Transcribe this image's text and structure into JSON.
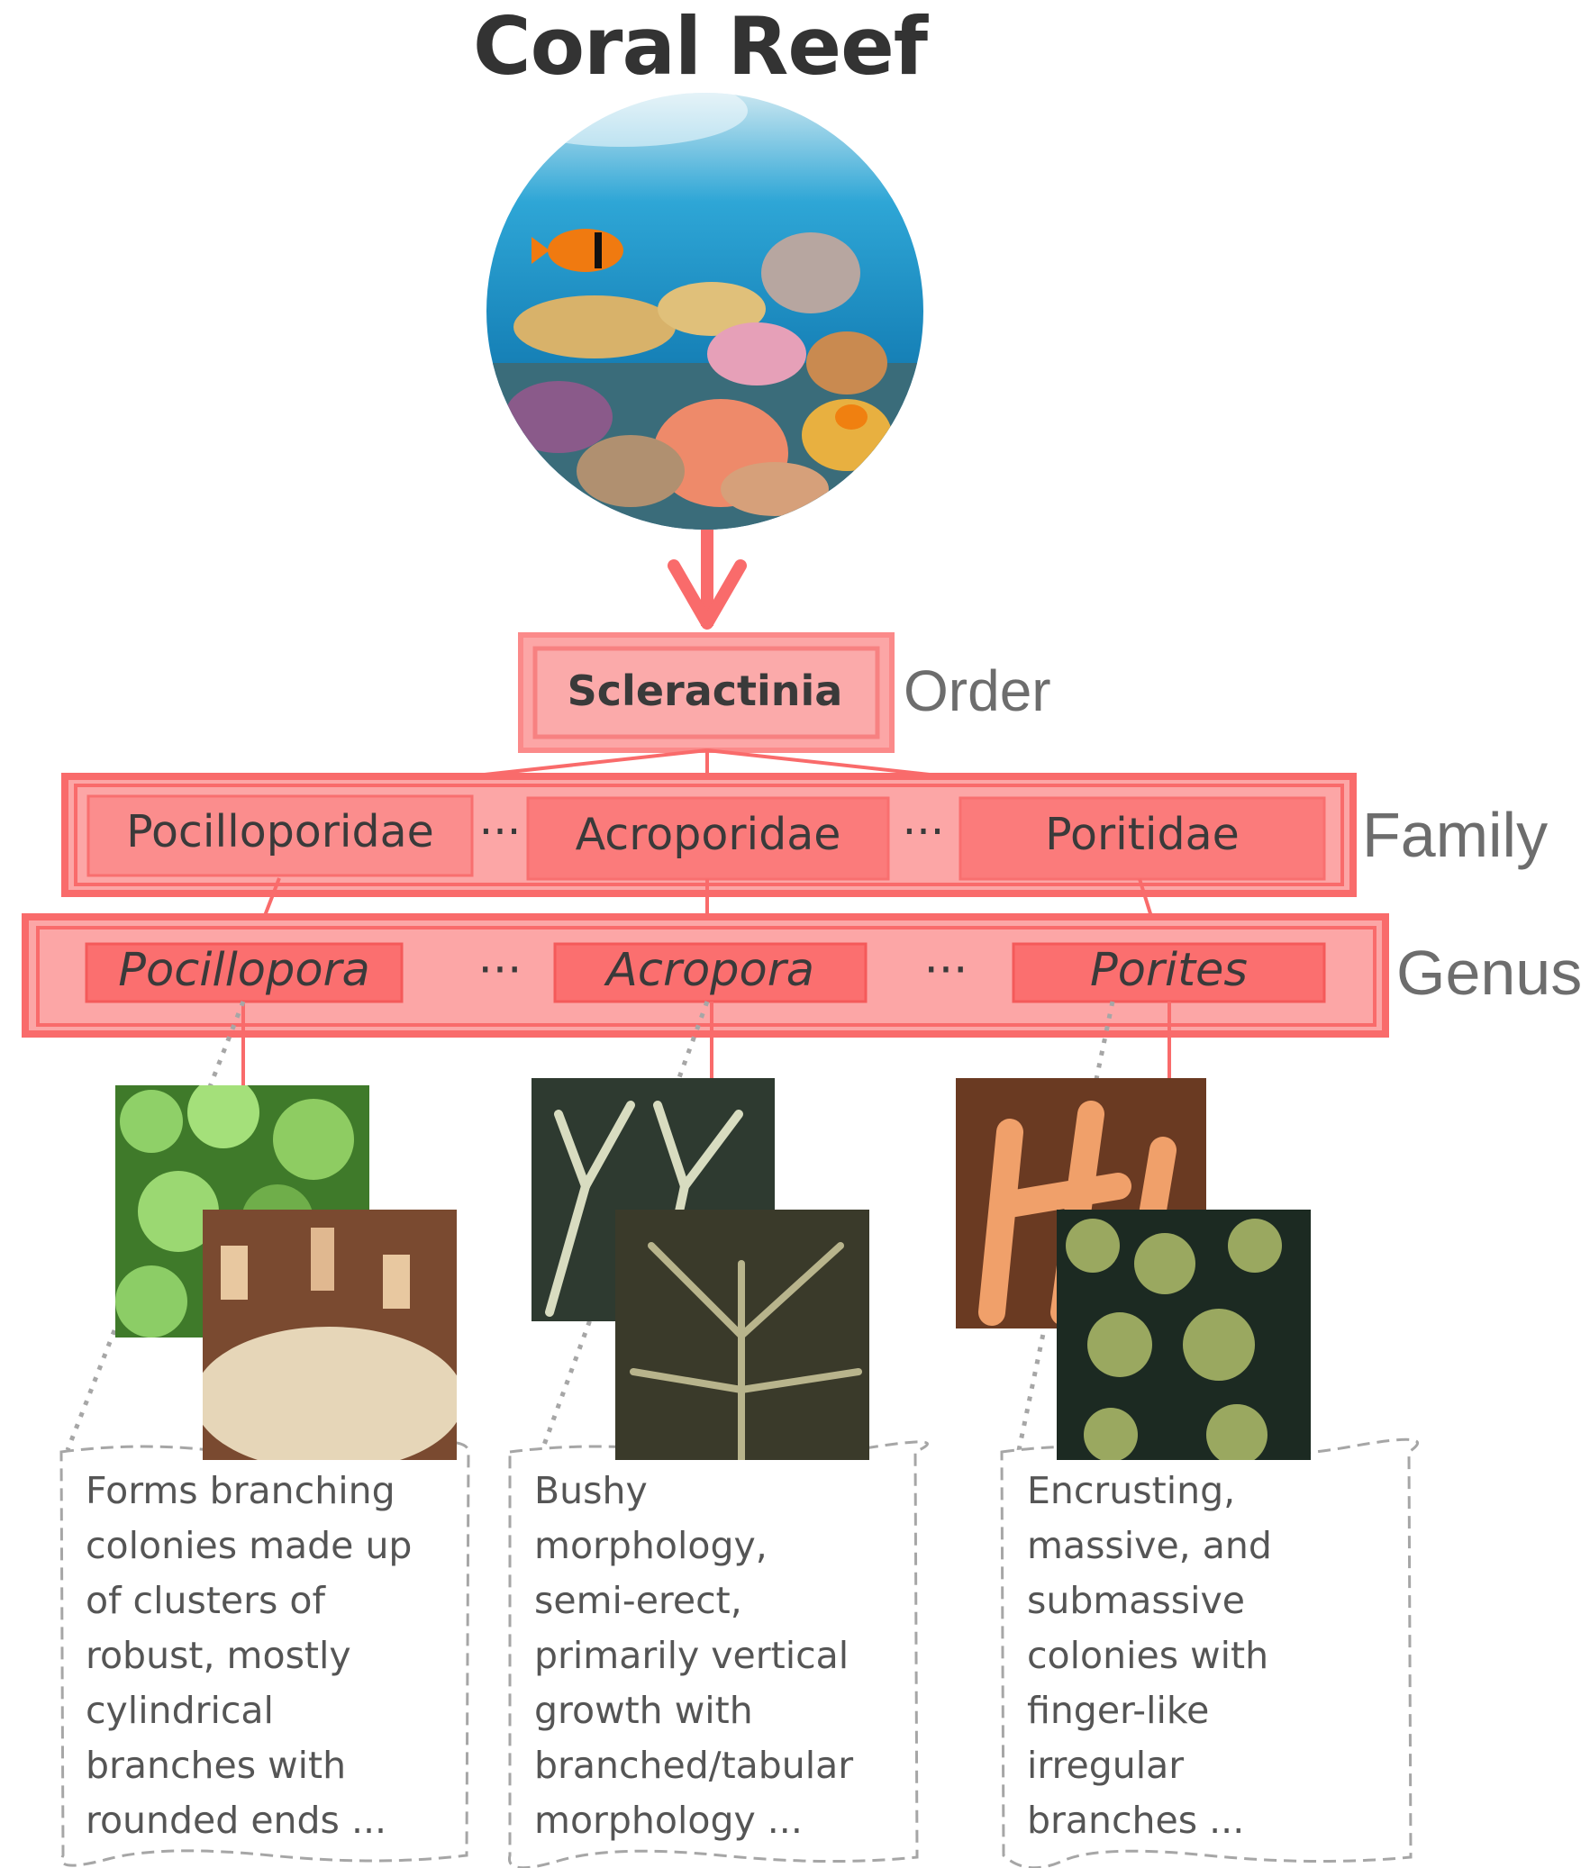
{
  "title": "Coral Reef",
  "levels": {
    "order": "Order",
    "family": "Family",
    "genus": "Genus"
  },
  "order": {
    "name": "Scleractinia"
  },
  "families": [
    {
      "name": "Pocilloporidae"
    },
    {
      "name": "Acroporidae"
    },
    {
      "name": "Poritidae"
    }
  ],
  "genera": [
    {
      "name": "Pocillopora"
    },
    {
      "name": "Acropora"
    },
    {
      "name": "Porites"
    }
  ],
  "ellipsis": "···",
  "descriptions": [
    {
      "lines": [
        "Forms branching",
        "colonies made up",
        "of clusters of",
        "robust, mostly",
        "cylindrical",
        "branches with",
        "rounded ends ..."
      ]
    },
    {
      "lines": [
        "Bushy",
        "morphology,",
        "semi-erect,",
        "primarily vertical",
        "growth with",
        "branched/tabular",
        "morphology ..."
      ]
    },
    {
      "lines": [
        "Encrusting,",
        "massive, and",
        "submassive",
        "colonies with",
        "finger-like",
        "irregular",
        "branches ..."
      ]
    }
  ],
  "colors": {
    "accent": "#f96b6b",
    "box_fill": "#fca6a6",
    "box_fill_dark": "#fb7b7b",
    "text": "#3a3a3a",
    "label": "#6d6d6d"
  }
}
